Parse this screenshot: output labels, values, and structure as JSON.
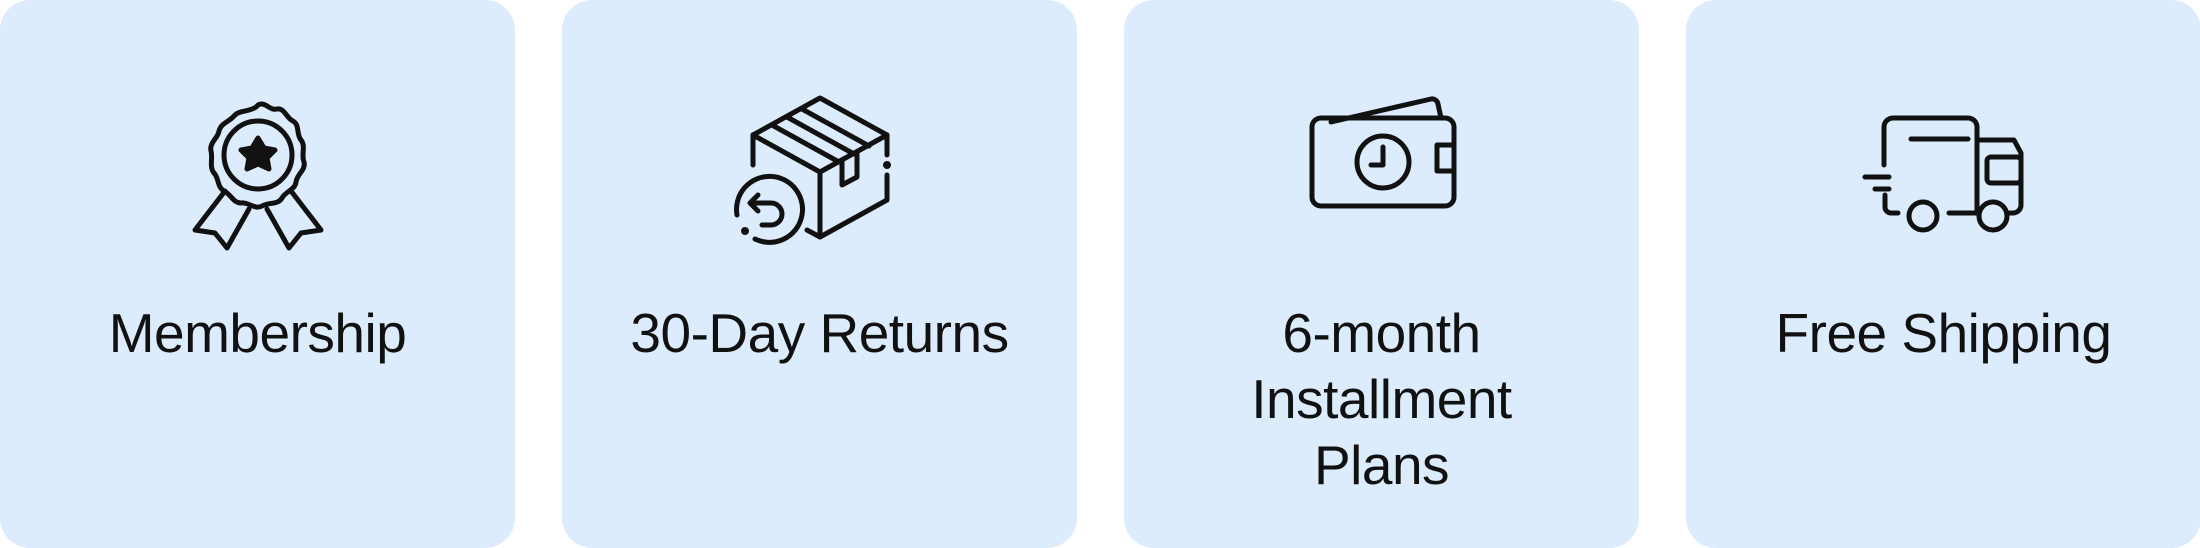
{
  "features": [
    {
      "label": "Membership",
      "icon": "award-ribbon-icon"
    },
    {
      "label": "30-Day Returns",
      "icon": "box-return-icon"
    },
    {
      "label": "6-month Installment Plans",
      "icon": "wallet-clock-icon"
    },
    {
      "label": "Free Shipping",
      "icon": "delivery-truck-icon"
    }
  ],
  "colors": {
    "card_background": "#dcecfd",
    "icon_stroke": "#111111",
    "text": "#111111"
  }
}
